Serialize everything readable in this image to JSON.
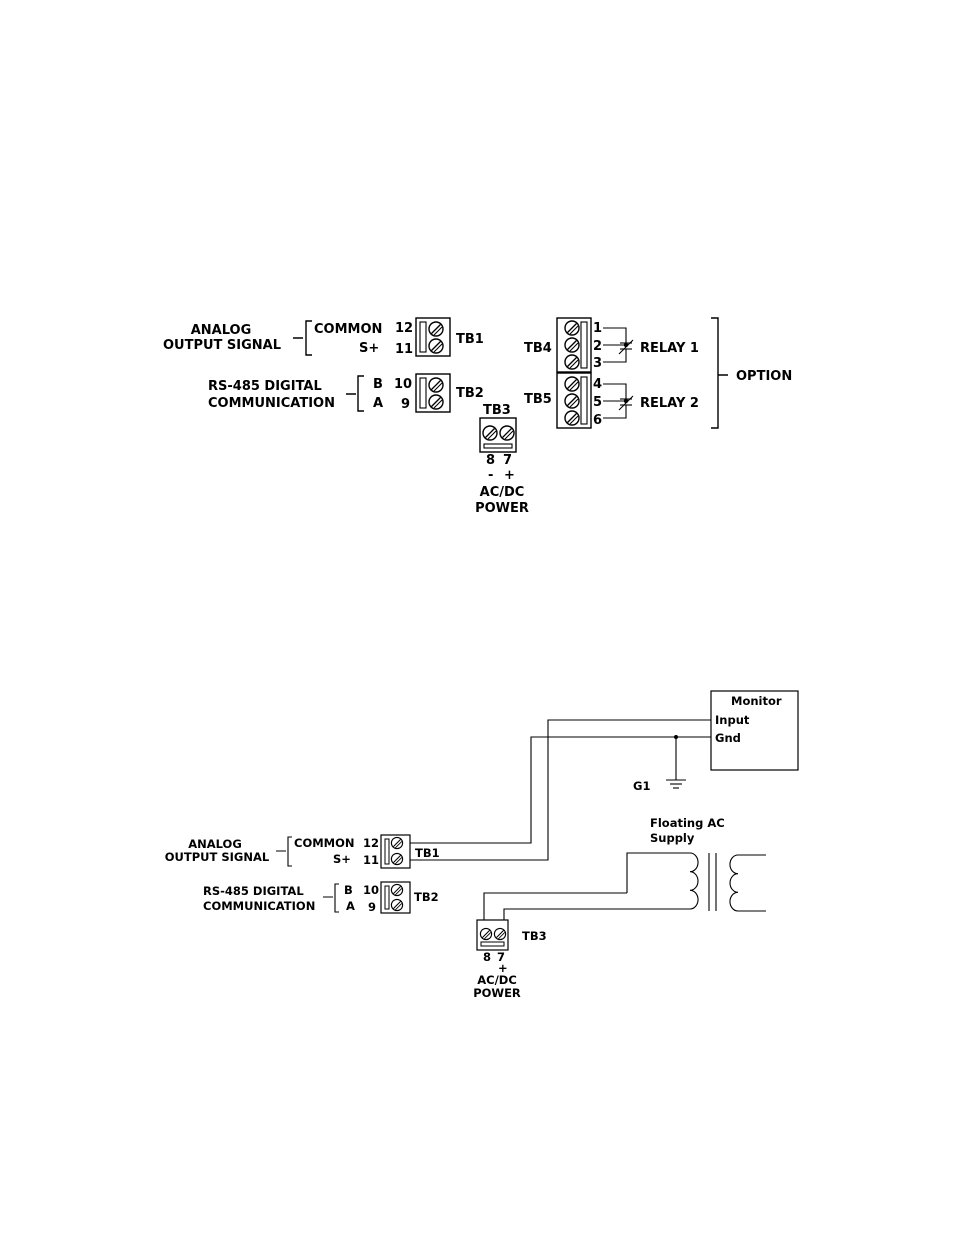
{
  "diagram1": {
    "analog_line1": "ANALOG",
    "analog_line2": "OUTPUT  SIGNAL",
    "common": "COMMON",
    "s_plus": "S+",
    "t12": "12",
    "t11": "11",
    "tb1": "TB1",
    "rs485_line1": "RS-485 DIGITAL",
    "rs485_line2": "COMMUNICATION",
    "b": "B",
    "a": "A",
    "t10": "10",
    "t9": "9",
    "tb2": "TB2",
    "tb3": "TB3",
    "t8": "8",
    "t7": "7",
    "minus": "-",
    "plus": "+",
    "power_line1": "AC/DC",
    "power_line2": "POWER",
    "tb4": "TB4",
    "tb5": "TB5",
    "r1": "1",
    "r2": "2",
    "r3": "3",
    "r4": "4",
    "r5": "5",
    "r6": "6",
    "relay1": "RELAY 1",
    "relay2": "RELAY 2",
    "option": "OPTION"
  },
  "diagram2": {
    "monitor": "Monitor",
    "input": "Input",
    "gnd": "Gnd",
    "g1": "G1",
    "floating_line1": "Floating AC",
    "floating_line2": "Supply",
    "analog_line1": "ANALOG",
    "analog_line2": "OUTPUT  SIGNAL",
    "common": "COMMON",
    "s_plus": "S+",
    "t12": "12",
    "t11": "11",
    "tb1": "TB1",
    "rs485_line1": "RS-485 DIGITAL",
    "rs485_line2": "COMMUNICATION",
    "b": "B",
    "a": "A",
    "t10": "10",
    "t9": "9",
    "tb2": "TB2",
    "tb3": "TB3",
    "t8": "8",
    "t7": "7",
    "plus": "+",
    "power_line1": "AC/DC",
    "power_line2": "POWER"
  }
}
